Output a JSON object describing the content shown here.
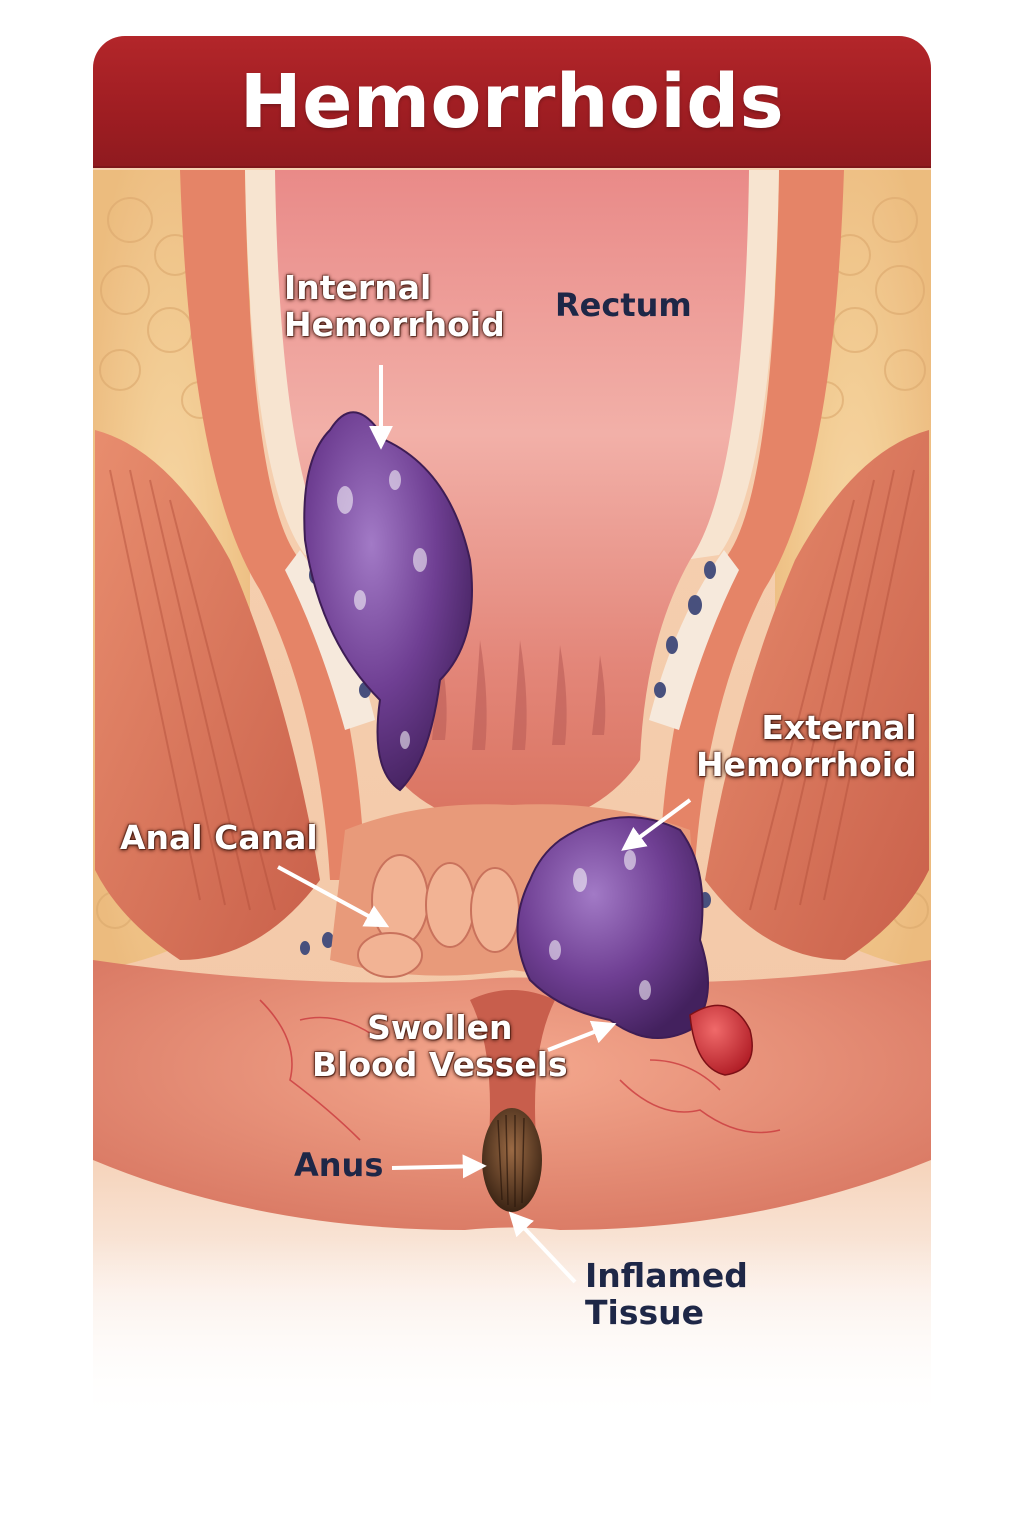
{
  "title": "Hemorrhoids",
  "labels": {
    "internal_hemorrhoid": [
      "Internal",
      "Hemorrhoid"
    ],
    "rectum": "Rectum",
    "external_hemorrhoid": [
      "External",
      "Hemorrhoid"
    ],
    "anal_canal": "Anal Canal",
    "swollen_blood_vessels": [
      "Swollen",
      "Blood Vessels"
    ],
    "anus": "Anus",
    "inflamed_tissue": [
      "Inflamed",
      "Tissue"
    ]
  },
  "colors": {
    "title_bar": "#a31f24",
    "label_dark": "#1e2747",
    "hemorrhoid": "#6e3f8c",
    "muscle": "#d9765a",
    "fat": "#f0c78a",
    "rectum_lining": "#e98a80"
  }
}
